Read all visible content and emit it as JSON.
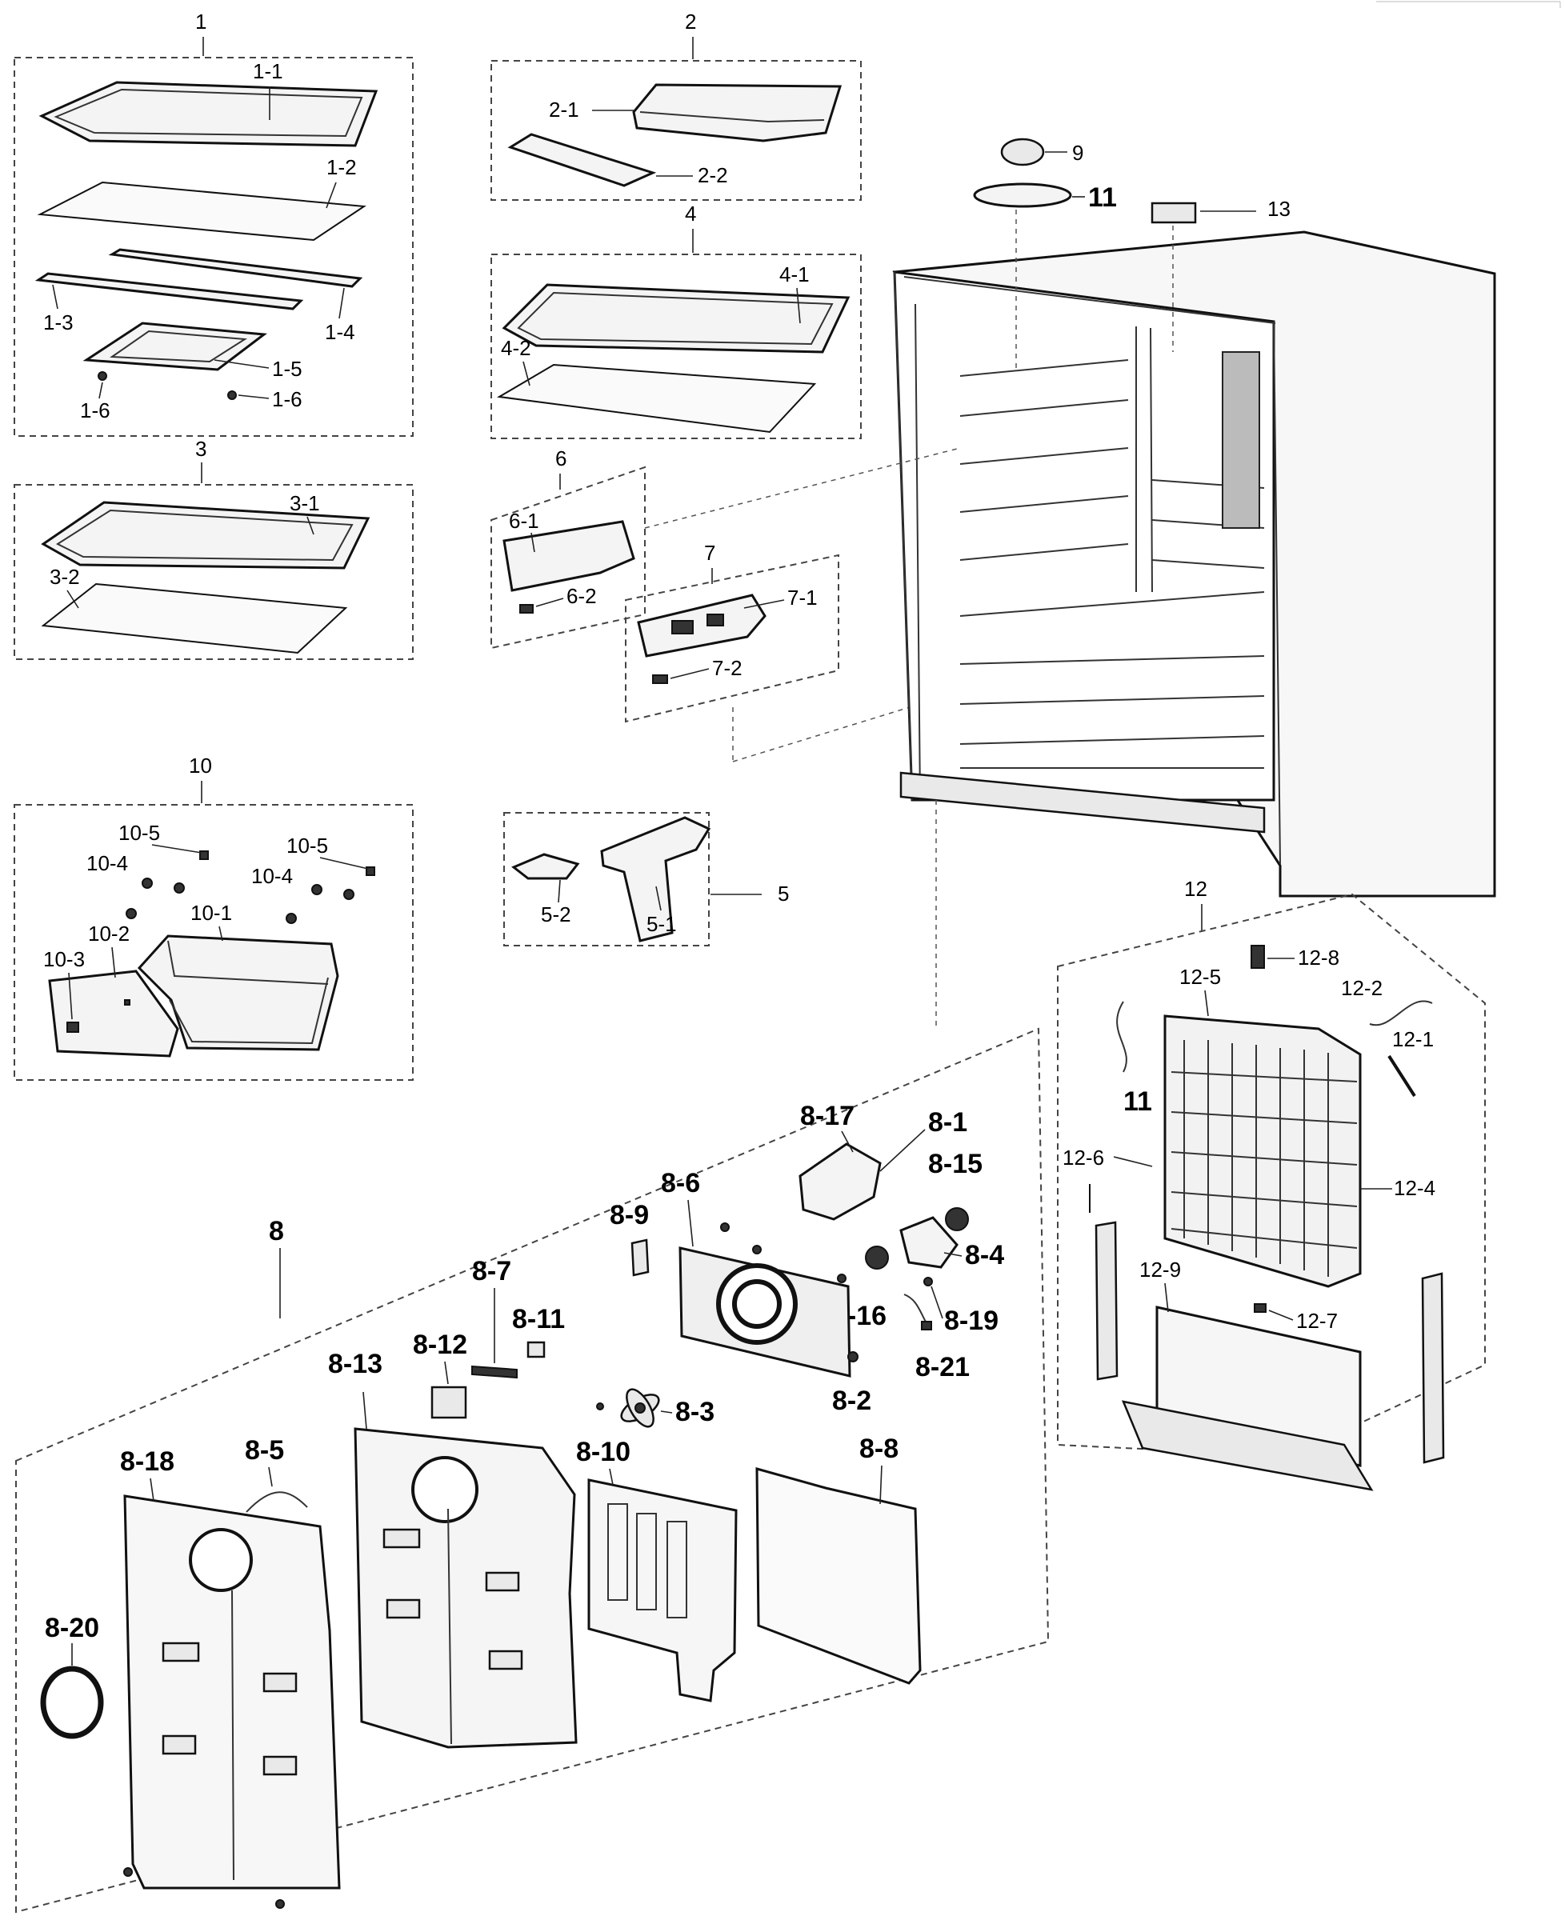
{
  "groups": {
    "g1": "1",
    "g2": "2",
    "g3": "3",
    "g4": "4",
    "g5": "5",
    "g6": "6",
    "g7": "7",
    "g8": "8",
    "g9": "9",
    "g10": "10",
    "g11": "11",
    "g12": "12",
    "g13": "13"
  },
  "labels": {
    "l1_1": "1-1",
    "l1_2": "1-2",
    "l1_3": "1-3",
    "l1_4": "1-4",
    "l1_5": "1-5",
    "l1_6a": "1-6",
    "l1_6b": "1-6",
    "l2_1": "2-1",
    "l2_2": "2-2",
    "l3_1": "3-1",
    "l3_2": "3-2",
    "l4_1": "4-1",
    "l4_2": "4-2",
    "l5_1": "5-1",
    "l5_2": "5-2",
    "l6_1": "6-1",
    "l6_2": "6-2",
    "l7_1": "7-1",
    "l7_2": "7-2",
    "l10_1": "10-1",
    "l10_2": "10-2",
    "l10_3": "10-3",
    "l10_4a": "10-4",
    "l10_4b": "10-4",
    "l10_5a": "10-5",
    "l10_5b": "10-5",
    "l12_1": "12-1",
    "l12_2": "12-2",
    "l12_4": "12-4",
    "l12_5": "12-5",
    "l12_6": "12-6",
    "l12_7": "12-7",
    "l12_8": "12-8",
    "l12_9": "12-9",
    "l11b": "11",
    "l8_1": "8-1",
    "l8_2": "8-2",
    "l8_3": "8-3",
    "l8_4": "8-4",
    "l8_5": "8-5",
    "l8_6": "8-6",
    "l8_7": "8-7",
    "l8_8": "8-8",
    "l8_9": "8-9",
    "l8_10": "8-10",
    "l8_11": "8-11",
    "l8_12": "8-12",
    "l8_13": "8-13",
    "l8_15": "8-15",
    "l8_16": "8-16",
    "l8_17": "8-17",
    "l8_18": "8-18",
    "l8_19": "8-19",
    "l8_20": "8-20",
    "l8_21": "8-21"
  }
}
